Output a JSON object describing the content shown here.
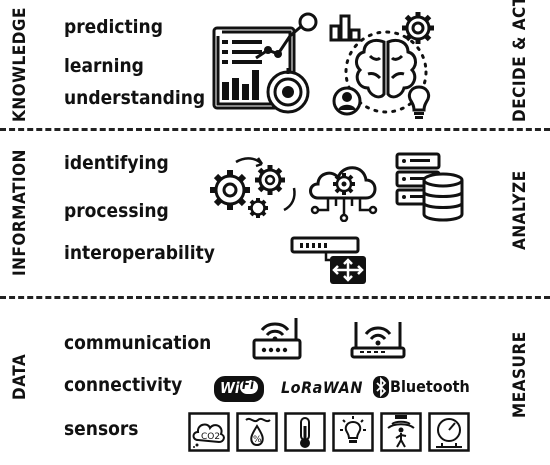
{
  "sections": [
    {
      "left_label": "KNOWLEDGE",
      "right_label": "DECIDE & ACT",
      "items": [
        "predicting",
        "learning",
        "understanding"
      ]
    },
    {
      "left_label": "INFORMATION",
      "right_label": "ANALYZE",
      "items": [
        "identifying",
        "processing",
        "interoperability"
      ]
    },
    {
      "left_label": "DATA",
      "right_label": "MEASURE",
      "items": [
        "communication",
        "connectivity",
        "sensors"
      ]
    }
  ],
  "brands": {
    "wifi": "Wi",
    "wifi_box": "Fi",
    "lora": "LoRaWAN",
    "bluetooth": "Bluetooth"
  },
  "sensor_labels": {
    "co2": "CO2",
    "humidity": "%"
  },
  "icons": {
    "knowledge": [
      "analytics-dashboard-icon",
      "bar-chart-icon",
      "brain-icon",
      "gear-icon",
      "person-icon",
      "lightbulb-icon"
    ],
    "information": [
      "gears-icon",
      "cloud-gear-icon",
      "database-server-icon",
      "network-switch-icon"
    ],
    "data": [
      "router-icon",
      "wifi-router-icon",
      "wifi-logo",
      "lorawan-logo",
      "bluetooth-logo",
      "co2-sensor-icon",
      "humidity-sensor-icon",
      "thermometer-icon",
      "light-sensor-icon",
      "motion-sensor-icon",
      "pressure-gauge-icon"
    ]
  }
}
